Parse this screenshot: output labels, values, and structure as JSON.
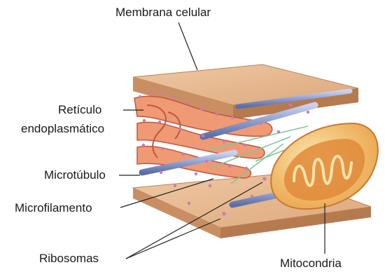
{
  "labels": {
    "membrana": "Membrana celular",
    "reticulo_line1": "Retículo",
    "reticulo_line2": "endoplasmático",
    "microtubulo": "Microtúbulo",
    "microfilamento": "Microfilamento",
    "ribosomas": "Ribosomas",
    "mitocondria": "Mitocondria"
  },
  "colors": {
    "membrane_top": "#e8b98f",
    "membrane_side": "#c98f63",
    "er_fill": "#ef9a75",
    "er_dark": "#c2553c",
    "microtubule": "#8f9fcf",
    "microfilament": "#7fc89a",
    "mito_outer": "#f2c27a",
    "mito_inner": "#e08a3a",
    "ribosome": "#c97bb5",
    "leader_line": "#222222"
  }
}
